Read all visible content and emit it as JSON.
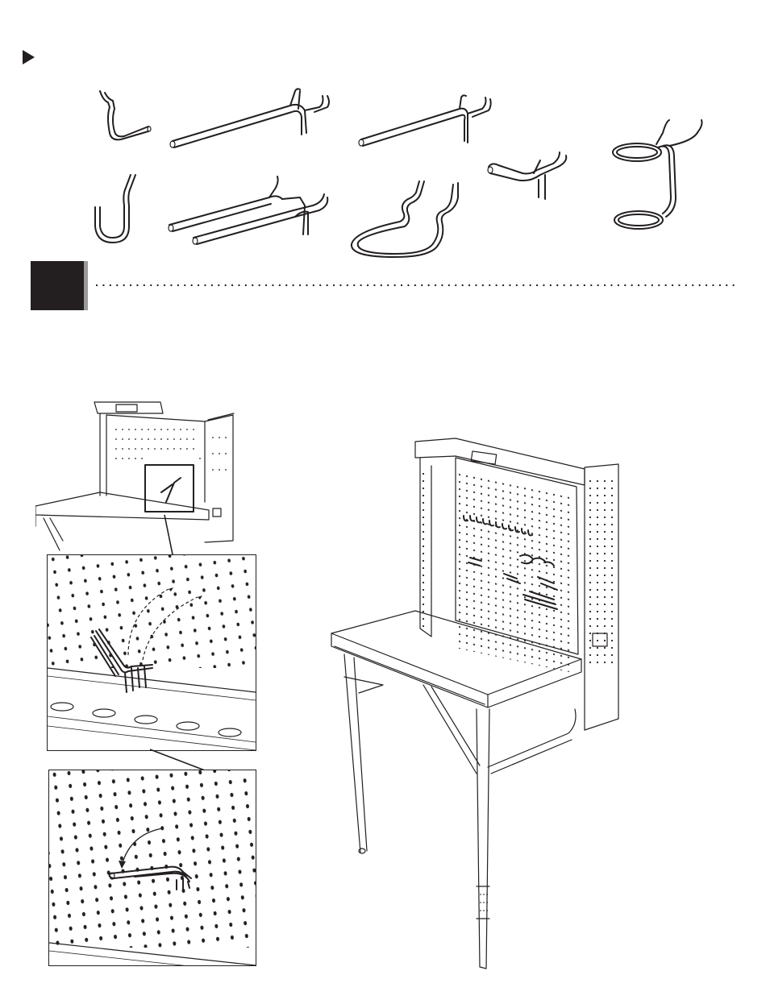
{
  "page": {
    "section_marker_icon": "triangle-right-icon",
    "step": {
      "number": "",
      "box_color": "#231f20",
      "edge_color": "#9a9a9a",
      "leader_style": "dotted"
    },
    "hooks": [
      {
        "name": "l-hook-short",
        "icon": "l-hook-icon"
      },
      {
        "name": "single-hook-long",
        "icon": "peg-hook-icon"
      },
      {
        "name": "single-hook-medium",
        "icon": "peg-hook-icon"
      },
      {
        "name": "ring-hook-double",
        "icon": "ring-hook-icon"
      },
      {
        "name": "j-hook",
        "icon": "j-hook-icon"
      },
      {
        "name": "double-hook",
        "icon": "double-peg-hook-icon"
      },
      {
        "name": "bent-loop-hook",
        "icon": "loop-hook-icon"
      },
      {
        "name": "short-hook",
        "icon": "short-peg-hook-icon"
      }
    ],
    "illustrations": {
      "workbench_overview": "workbench-icon",
      "detail_insert_hook": "insert-hook-icon",
      "detail_rotate_hook": "rotate-hook-icon",
      "assembled_workbench": "assembled-workbench-icon"
    }
  }
}
